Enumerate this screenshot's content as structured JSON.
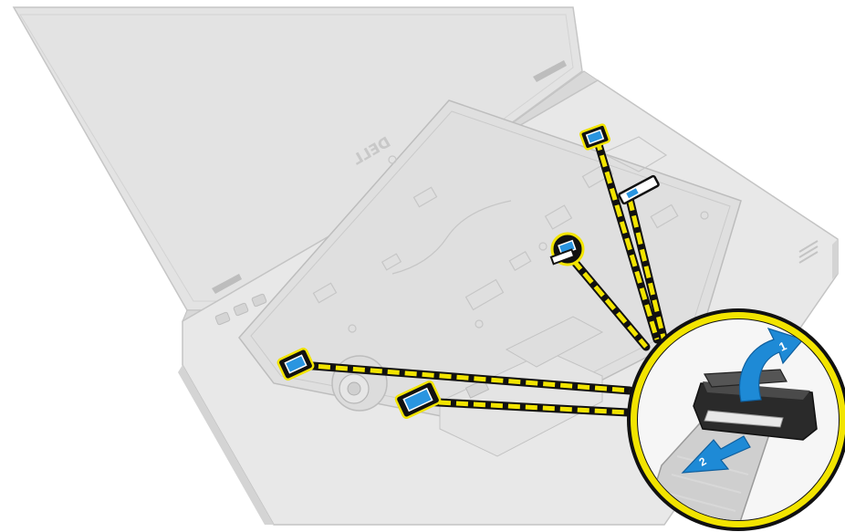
{
  "figure": {
    "type": "service-manual-illustration",
    "subject": "laptop-palmrest-cable-disconnect",
    "brand_logo": "DELL",
    "colors": {
      "background": "#ffffff",
      "chassis_fill": "#e5e5e5",
      "chassis_stroke": "#c4c4c4",
      "panel_fill": "#dcdcdc",
      "callout_yellow": "#f2e400",
      "callout_black": "#111111",
      "connector_blue": "#2a95e0",
      "arrow_blue": "#1e8ad6",
      "cable_fill": "#cfcfcf",
      "cable_stripe": "#d8d8d8"
    },
    "connectors": [
      {
        "id": "connector-top-right"
      },
      {
        "id": "connector-right-strip"
      },
      {
        "id": "connector-center"
      },
      {
        "id": "connector-left"
      },
      {
        "id": "connector-bottom"
      }
    ],
    "callout": {
      "step_labels": [
        "1",
        "2"
      ],
      "arrows": [
        "lift-latch-arrow",
        "pull-cable-arrow"
      ]
    }
  }
}
